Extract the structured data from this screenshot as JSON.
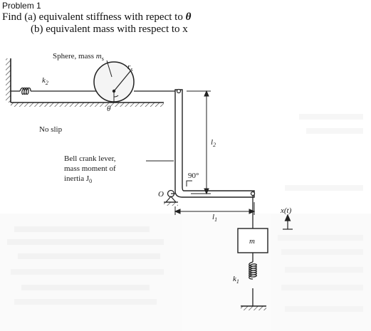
{
  "header": {
    "title": "Problem 1",
    "line_a_prefix": "Find (a) equivalent stiffness with repect to ",
    "line_a_symbol": "θ",
    "line_b": "(b) equivalent mass with respect to x"
  },
  "figure": {
    "sphere_label": "Sphere, mass ",
    "sphere_label_symbol": "m",
    "sphere_label_subscript": "s",
    "radius_label": "r",
    "radius_label_subscript": "s",
    "spring_k2_label": "k",
    "spring_k2_subscript": "2",
    "theta_label": "θ",
    "no_slip_label": "No slip",
    "lever_label_line1": "Bell crank lever,",
    "lever_label_line2": "mass moment of",
    "lever_label_line3": "inertia J",
    "lever_label_line3_subscript": "0",
    "pivot_label": "O",
    "angle_label": "90°",
    "l2_label": "l",
    "l2_subscript": "2",
    "l1_label": "l",
    "l1_subscript": "1",
    "mass_label": "m",
    "spring_k1_label": "k",
    "spring_k1_subscript": "1",
    "displacement_label": "x(t)"
  }
}
